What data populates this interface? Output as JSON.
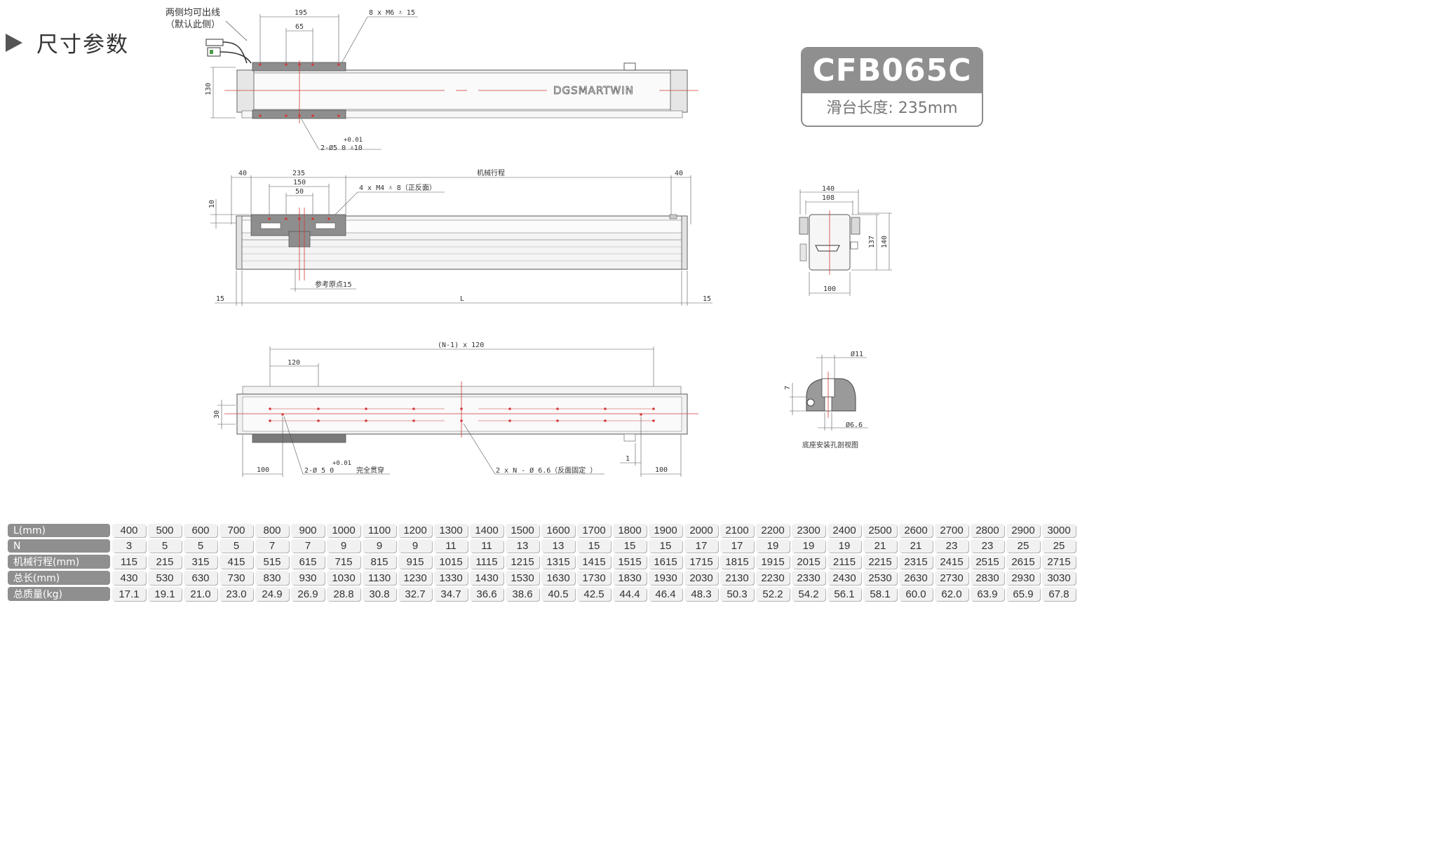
{
  "section_title": "尺寸参数",
  "model": {
    "name": "CFB065C",
    "slider_length": "滑台长度: 235mm"
  },
  "brand_mark": "DGSMARTWIN",
  "colors": {
    "accent_gray": "#8f8f8f",
    "centerline_red": "#d23a3a",
    "outline": "#555555"
  },
  "top_view": {
    "cable_note_1": "两侧均可出线",
    "cable_note_2": "（默认此侧）",
    "dim_195": "195",
    "dim_65": "65",
    "thread_callout": "8 x M6 ⩡ 15",
    "dim_130": "130",
    "pin_tol": "+0.01",
    "pin_callout": "2-Ø5  0   ⩡10"
  },
  "side_view": {
    "dim_40_left": "40",
    "dim_235": "235",
    "dim_150": "150",
    "dim_50": "50",
    "stroke_label": "机械行程",
    "dim_40_right": "40",
    "thread_callout": "4 x M4 ⩡ 8（正反面）",
    "dim_10": "10",
    "origin_label": "参考原点15",
    "dim_15_left": "15",
    "dim_L": "L",
    "dim_15_right": "15"
  },
  "end_view": {
    "dim_140_w": "140",
    "dim_108": "108",
    "dim_137": "137",
    "dim_140_h": "140",
    "dim_100": "100"
  },
  "bottom_view": {
    "pitch_label": "(N-1) x 120",
    "dim_120": "120",
    "dim_30": "30",
    "dim_100_left": "100",
    "pin_tol": "+0.01",
    "pin_callout": "2-Ø 5  0",
    "through_label": "完全贯穿",
    "hole_callout": "2 x N - Ø 6.6（反面固定 ）",
    "dim_1": "1",
    "dim_100_right": "100"
  },
  "section_view": {
    "dia_11": "Ø11",
    "dim_7": "7",
    "dia_6_6": "Ø6.6",
    "caption": "底座安装孔剖视图"
  },
  "spec_table": {
    "rows": [
      {
        "label": "L(mm)",
        "values": [
          "400",
          "500",
          "600",
          "700",
          "800",
          "900",
          "1000",
          "1100",
          "1200",
          "1300",
          "1400",
          "1500",
          "1600",
          "1700",
          "1800",
          "1900",
          "2000",
          "2100",
          "2200",
          "2300",
          "2400",
          "2500",
          "2600",
          "2700",
          "2800",
          "2900",
          "3000"
        ]
      },
      {
        "label": "N",
        "values": [
          "3",
          "5",
          "5",
          "5",
          "7",
          "7",
          "9",
          "9",
          "9",
          "11",
          "11",
          "13",
          "13",
          "15",
          "15",
          "15",
          "17",
          "17",
          "19",
          "19",
          "19",
          "21",
          "21",
          "23",
          "23",
          "25",
          "25"
        ]
      },
      {
        "label": "机械行程(mm)",
        "values": [
          "115",
          "215",
          "315",
          "415",
          "515",
          "615",
          "715",
          "815",
          "915",
          "1015",
          "1115",
          "1215",
          "1315",
          "1415",
          "1515",
          "1615",
          "1715",
          "1815",
          "1915",
          "2015",
          "2115",
          "2215",
          "2315",
          "2415",
          "2515",
          "2615",
          "2715"
        ]
      },
      {
        "label": "总长(mm)",
        "values": [
          "430",
          "530",
          "630",
          "730",
          "830",
          "930",
          "1030",
          "1130",
          "1230",
          "1330",
          "1430",
          "1530",
          "1630",
          "1730",
          "1830",
          "1930",
          "2030",
          "2130",
          "2230",
          "2330",
          "2430",
          "2530",
          "2630",
          "2730",
          "2830",
          "2930",
          "3030"
        ]
      },
      {
        "label": "总质量(kg)",
        "values": [
          "17.1",
          "19.1",
          "21.0",
          "23.0",
          "24.9",
          "26.9",
          "28.8",
          "30.8",
          "32.7",
          "34.7",
          "36.6",
          "38.6",
          "40.5",
          "42.5",
          "44.4",
          "46.4",
          "48.3",
          "50.3",
          "52.2",
          "54.2",
          "56.1",
          "58.1",
          "60.0",
          "62.0",
          "63.9",
          "65.9",
          "67.8"
        ]
      }
    ]
  }
}
